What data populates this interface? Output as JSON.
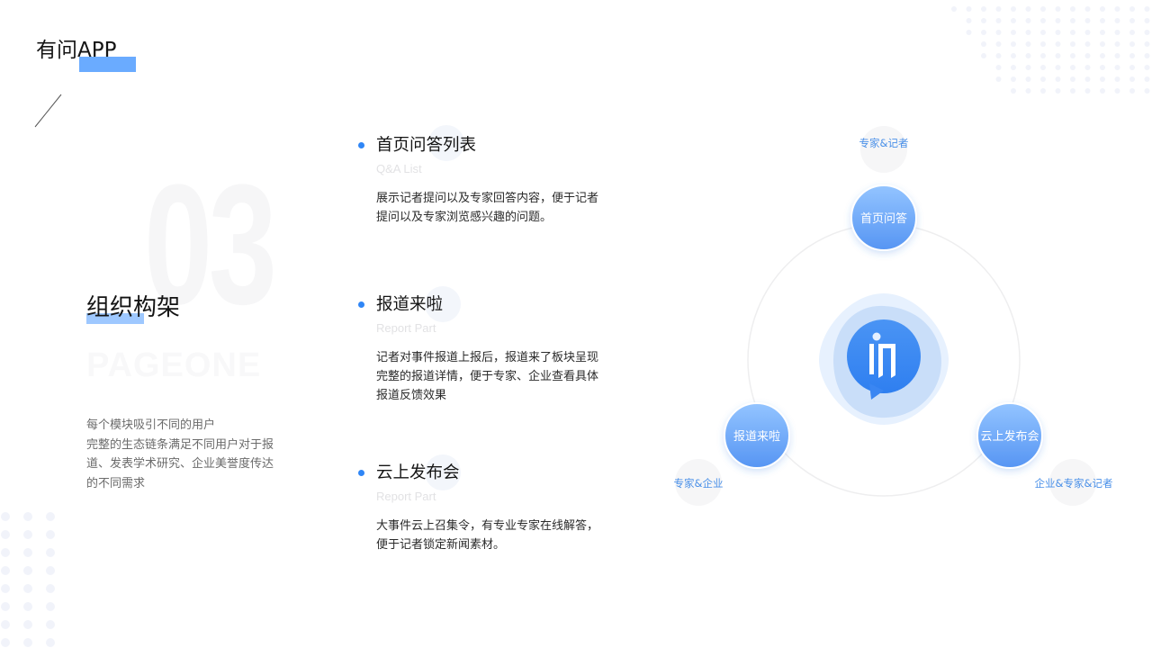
{
  "header": {
    "app_title": "有问APP"
  },
  "section": {
    "number": "03",
    "eng_label": "PAGEONE",
    "title": "组织构架",
    "description_lines": [
      "每个模块吸引不同的用户",
      "完整的生态链条满足不同用户对于报",
      "道、发表学术研究、企业美誉度传达",
      "的不同需求"
    ]
  },
  "features": [
    {
      "title": "首页问答列表",
      "subtitle": "Q&A List",
      "description_lines": [
        "展示记者提问以及专家回答内容，便于记者",
        "提问以及专家浏览感兴趣的问题。"
      ]
    },
    {
      "title": "报道来啦",
      "subtitle": "Report Part",
      "description_lines": [
        "记者对事件报道上报后，报道来了板块呈现",
        "完整的报道详情，便于专家、企业查看具体",
        "报道反馈效果"
      ]
    },
    {
      "title": "云上发布会",
      "subtitle": "Report Part",
      "description_lines": [
        "大事件云上召集令，有专业专家在线解答，",
        "便于记者锁定新闻素材。"
      ]
    }
  ],
  "diagram": {
    "center_icon": "app-logo-icon",
    "nodes": [
      {
        "label": "首页问答",
        "audience": "专家&记者"
      },
      {
        "label": "报道来啦",
        "audience": "专家&企业"
      },
      {
        "label": "云上发布会",
        "audience": "企业&专家&记者"
      }
    ]
  },
  "colors": {
    "accent": "#2f86f6",
    "highlight": "#6aabff",
    "node_gradient_top": "#8dc0ff",
    "node_gradient_bottom": "#5a9af5",
    "audience_text": "#4a90e8"
  }
}
